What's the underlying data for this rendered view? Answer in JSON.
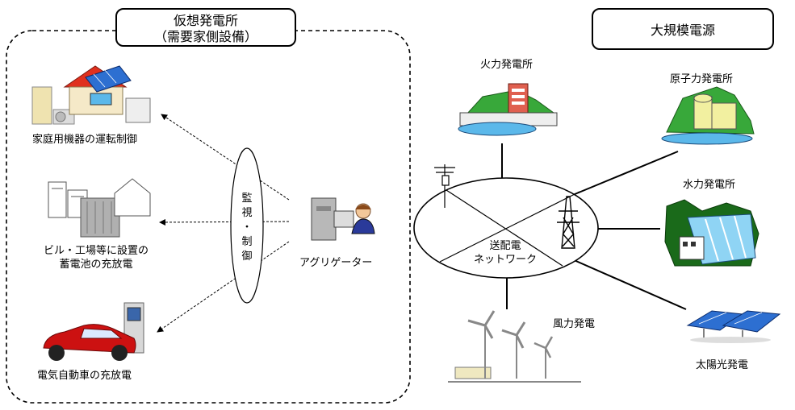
{
  "virtual_plant": {
    "title_line1": "仮想発電所",
    "title_line2": "（需要家側設備）",
    "items": [
      {
        "label": "家庭用機器の運転制御"
      },
      {
        "label_line1": "ビル・工場等に設置の",
        "label_line2": "蓄電池の充放電"
      },
      {
        "label": "電気自動車の充放電"
      }
    ],
    "control_line1": "監",
    "control_line2": "視",
    "control_line3": "・",
    "control_line4": "制",
    "control_line5": "御",
    "aggregator": "アグリゲーター"
  },
  "large_power": {
    "title": "大規模電源",
    "thermal": "火力発電所",
    "nuclear": "原子力発電所",
    "hydro": "水力発電所",
    "wind": "風力発電",
    "solar": "太陽光発電",
    "network_line1": "送配電",
    "network_line2": "ネットワーク"
  },
  "colors": {
    "house_roof": "#e0301e",
    "solar_panel": "#2d6fd1",
    "hill_green": "#38a83a",
    "water_blue": "#5bb8ea",
    "car_red": "#cc1111"
  }
}
